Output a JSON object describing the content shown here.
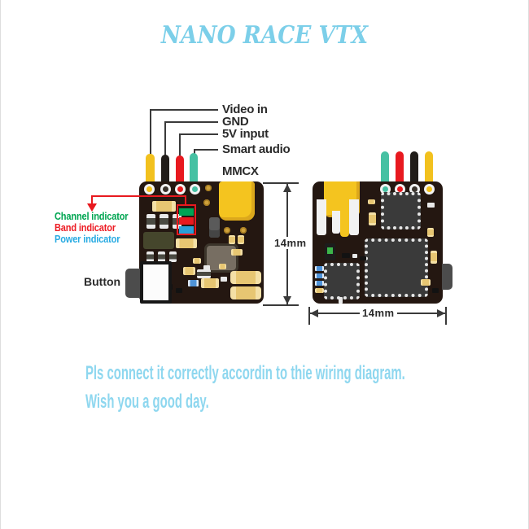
{
  "title": "NANO RACE VTX",
  "front_board": {
    "view": "front",
    "wires": [
      {
        "label": "Video in",
        "color_name": "yellow",
        "color": "#f2c11e"
      },
      {
        "label": "GND",
        "color_name": "black",
        "color": "#211d1a"
      },
      {
        "label": "5V input",
        "color_name": "red",
        "color": "#e8191f"
      },
      {
        "label": "Smart audio",
        "color_name": "teal",
        "color": "#46c1a3"
      }
    ],
    "connector_label": "MMCX",
    "indicators": [
      {
        "label": "Channel indicator",
        "color": "#00a551",
        "led_color": "#00a455"
      },
      {
        "label": "Band indicator",
        "color": "#ed1c24",
        "led_color": "#e8191f"
      },
      {
        "label": "Power indicator",
        "color": "#29abe2",
        "led_color": "#2a9fd8"
      }
    ],
    "button_label": "Button",
    "height_dimension": "14mm"
  },
  "back_board": {
    "view": "back",
    "wire_colors_left_to_right": [
      "teal",
      "red",
      "black",
      "yellow"
    ],
    "width_dimension": "14mm"
  },
  "footer": {
    "line1": "Pls connect it correctly accordin to thie wiring diagram.",
    "line2": "Wish you a good day."
  },
  "colors": {
    "title_text": "#7ccfe9",
    "footer_text": "#8ed7ef",
    "pcb": "#241711",
    "annotation_red": "#e8191f",
    "dimension_line": "#3a3a3a",
    "mmcx_yellow": "#f4c41f"
  }
}
